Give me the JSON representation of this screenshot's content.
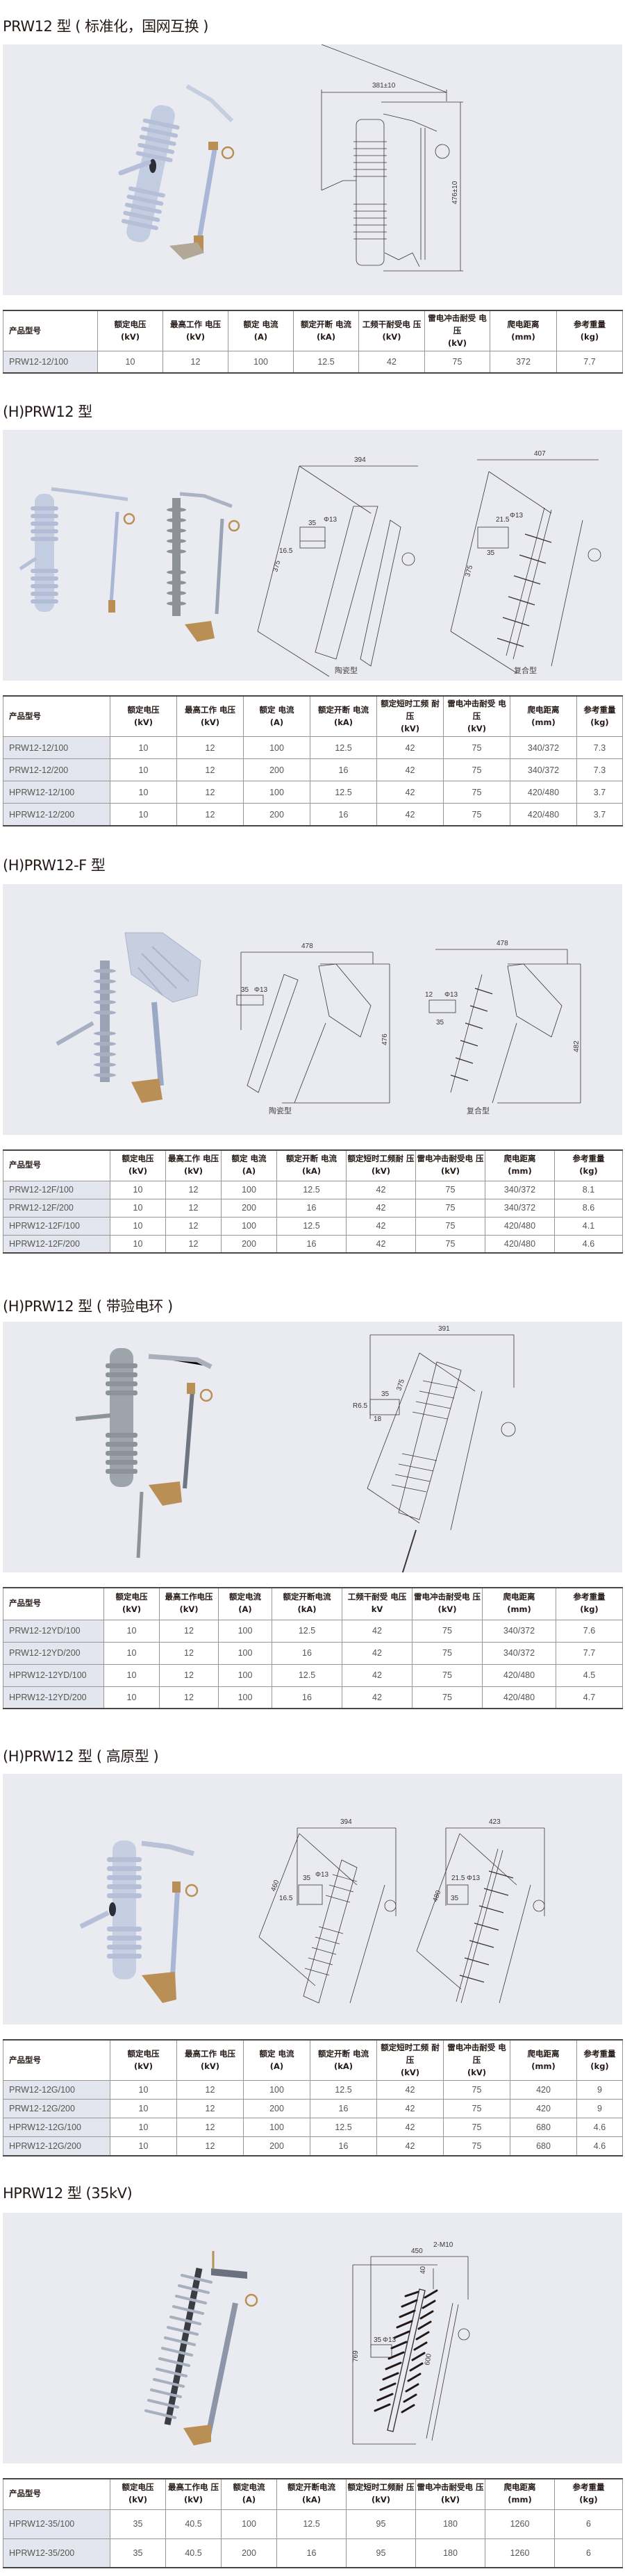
{
  "sections": [
    {
      "title": "PRW12 型 ( 标准化，国网互换 )",
      "diagram": {
        "width_label": "381±10",
        "height_label": "476±10"
      },
      "table": {
        "headers": [
          "产品型号",
          "额定电压 (kV)",
          "最高工作 电压 (kV)",
          "额定 电流 (A)",
          "额定开断 电流 (kA)",
          "工频干耐受电 压 (kV)",
          "雷电冲击耐受 电压 (kV)",
          "爬电距离 (mm)",
          "参考重量 (kg)"
        ],
        "rows": [
          [
            "PRW12-12/100",
            "10",
            "12",
            "100",
            "12.5",
            "42",
            "75",
            "372",
            "7.7"
          ]
        ]
      }
    },
    {
      "title": "(H)PRW12 型",
      "diagrams": [
        {
          "caption": "陶瓷型",
          "width_label": "394",
          "height_label": "375",
          "dims": [
            "35",
            "Φ13",
            "16.5"
          ]
        },
        {
          "caption": "复合型",
          "width_label": "407",
          "height_label": "375",
          "dims": [
            "21.5",
            "Φ13",
            "35"
          ]
        }
      ],
      "table": {
        "headers": [
          "产品型号",
          "额定电压 (kV)",
          "最高工作 电压 (kV)",
          "额定 电流 (A)",
          "额定开断 电流 (kA)",
          "额定短时工频 耐压 (kV)",
          "雷电冲击耐受 电压 (kV)",
          "爬电距离 (mm)",
          "参考重量 (kg)"
        ],
        "rows": [
          [
            "PRW12-12/100",
            "10",
            "12",
            "100",
            "12.5",
            "42",
            "75",
            "340/372",
            "7.3"
          ],
          [
            "PRW12-12/200",
            "10",
            "12",
            "200",
            "16",
            "42",
            "75",
            "340/372",
            "7.3"
          ],
          [
            "HPRW12-12/100",
            "10",
            "12",
            "100",
            "12.5",
            "42",
            "75",
            "420/480",
            "3.7"
          ],
          [
            "HPRW12-12/200",
            "10",
            "12",
            "200",
            "16",
            "42",
            "75",
            "420/480",
            "3.7"
          ]
        ]
      }
    },
    {
      "title": "(H)PRW12-F 型",
      "diagrams": [
        {
          "caption": "陶瓷型",
          "width_label": "478",
          "height_label": "476",
          "dims": [
            "35",
            "Φ13"
          ]
        },
        {
          "caption": "复合型",
          "width_label": "478",
          "height_label": "482",
          "dims": [
            "12",
            "Φ13",
            "35"
          ]
        }
      ],
      "table": {
        "headers": [
          "产品型号",
          "额定电压 (kV)",
          "最高工作 电压 (kV)",
          "额定 电流 (A)",
          "额定开断 电流 (kA)",
          "额定短时工频耐 压 (kV)",
          "雷电冲击耐受电 压 (kV)",
          "爬电距离 (mm)",
          "参考重量 (kg)"
        ],
        "rows": [
          [
            "PRW12-12F/100",
            "10",
            "12",
            "100",
            "12.5",
            "42",
            "75",
            "340/372",
            "8.1"
          ],
          [
            "PRW12-12F/200",
            "10",
            "12",
            "200",
            "16",
            "42",
            "75",
            "340/372",
            "8.6"
          ],
          [
            "HPRW12-12F/100",
            "10",
            "12",
            "100",
            "12.5",
            "42",
            "75",
            "420/480",
            "4.1"
          ],
          [
            "HPRW12-12F/200",
            "10",
            "12",
            "200",
            "16",
            "42",
            "75",
            "420/480",
            "4.6"
          ]
        ]
      }
    },
    {
      "title": "(H)PRW12 型 ( 带验电环 )",
      "diagram": {
        "width_label": "391",
        "height_label": "375",
        "dims": [
          "35",
          "R6.5",
          "18"
        ]
      },
      "table": {
        "headers": [
          "产品型号",
          "额定电压 (kV)",
          "最高工作电压 (kV)",
          "额定电流 (A)",
          "额定开断电流 (kA)",
          "工频干耐受 电压 kV",
          "雷电冲击耐受电 压 (kV)",
          "爬电距离 (mm)",
          "参考重量 (kg)"
        ],
        "rows": [
          [
            "PRW12-12YD/100",
            "10",
            "12",
            "100",
            "12.5",
            "42",
            "75",
            "340/372",
            "7.6"
          ],
          [
            "PRW12-12YD/200",
            "10",
            "12",
            "100",
            "16",
            "42",
            "75",
            "340/372",
            "7.7"
          ],
          [
            "HPRW12-12YD/100",
            "10",
            "12",
            "100",
            "12.5",
            "42",
            "75",
            "420/480",
            "4.5"
          ],
          [
            "HPRW12-12YD/200",
            "10",
            "12",
            "100",
            "16",
            "42",
            "75",
            "420/480",
            "4.7"
          ]
        ]
      }
    },
    {
      "title": "(H)PRW12 型 ( 高原型 )",
      "diagrams": [
        {
          "width_label": "394",
          "height_label": "460",
          "dims": [
            "35",
            "Φ13",
            "16.5"
          ]
        },
        {
          "width_label": "423",
          "height_label": "480",
          "dims": [
            "21.5",
            "Φ13",
            "35"
          ]
        }
      ],
      "table": {
        "headers": [
          "产品型号",
          "额定电压 (kV)",
          "最高工作 电压 (kV)",
          "额定 电流 (A)",
          "额定开断 电流 (kA)",
          "额定短时工频 耐压 (kV)",
          "雷电冲击耐受 电压 (kV)",
          "爬电距离 (mm)",
          "参考重量 (kg)"
        ],
        "rows": [
          [
            "PRW12-12G/100",
            "10",
            "12",
            "100",
            "12.5",
            "42",
            "75",
            "420",
            "9"
          ],
          [
            "PRW12-12G/200",
            "10",
            "12",
            "200",
            "16",
            "42",
            "75",
            "420",
            "9"
          ],
          [
            "HPRW12-12G/100",
            "10",
            "12",
            "100",
            "12.5",
            "42",
            "75",
            "680",
            "4.6"
          ],
          [
            "HPRW12-12G/200",
            "10",
            "12",
            "200",
            "16",
            "42",
            "75",
            "680",
            "4.6"
          ]
        ]
      }
    },
    {
      "title": "HPRW12 型 (35kV)",
      "diagram": {
        "width_label": "450",
        "height_label": "769",
        "inner_label": "600",
        "bolt_label": "2-M10",
        "dims": [
          "40",
          "35",
          "Φ13"
        ]
      },
      "table": {
        "headers": [
          "产品型号",
          "额定电压 (kV)",
          "最高工作电 压 (kV)",
          "额定电流 (A)",
          "额定开断电流 (kA)",
          "额定短时工频耐 压 (kV)",
          "雷电冲击耐受电 压 (kV)",
          "爬电距离 (mm)",
          "参考重量 (kg)"
        ],
        "rows": [
          [
            "HPRW12-35/100",
            "35",
            "40.5",
            "100",
            "12.5",
            "95",
            "180",
            "1260",
            "6"
          ],
          [
            "HPRW12-35/200",
            "35",
            "40.5",
            "200",
            "16",
            "95",
            "180",
            "1260",
            "6"
          ]
        ]
      }
    }
  ],
  "colors": {
    "panel_bg": "#e9ebf1",
    "model_cell_bg": "#e3e6ee",
    "porcelain": "#c8d2e6",
    "composite_gray": "#8d9198",
    "bronze": "#b98f56",
    "table_border": "#4a4442"
  }
}
